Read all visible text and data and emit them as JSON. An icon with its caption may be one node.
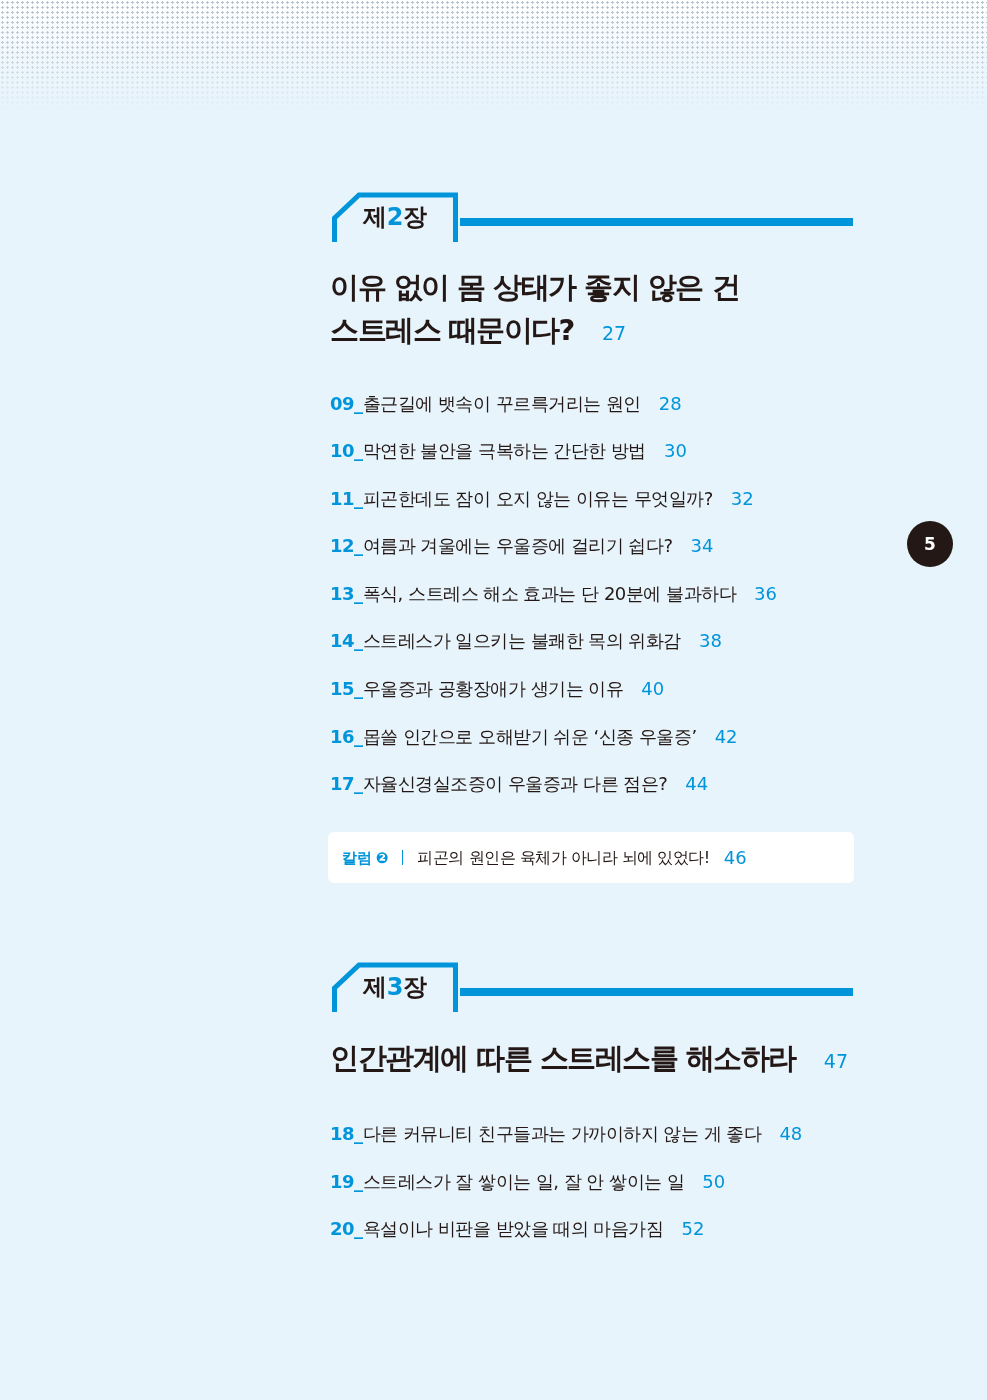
{
  "diagram": {
    "nodes": [
      {
        "text": [
          "제2장"
        ]
      },
      {
        "text": [
          "칼럼 ❷",
          "피곤의 원인은 육체가 아니라 뇌에 있었다!",
          "46"
        ]
      },
      {
        "text": [
          "5"
        ]
      },
      {
        "text": [
          "제3장"
        ]
      }
    ],
    "labels": [
      "이유 없이 몸 상태가 좋지 않은 건 스트레스 때문이다?",
      "27",
      "09_출근길에 뱃속이 꾸르륵거리는 원인",
      "28",
      "10_막연한 불안을 극복하는 간단한 방법",
      "30",
      "11_피곤한데도 잠이 오지 않는 이유는 무엇일까?",
      "32",
      "12_여름과 겨울에는 우울증에 걸리기 쉽다?",
      "34",
      "13_폭식, 스트레스 해소 효과는 단 20분에 불과하다",
      "36",
      "14_스트레스가 일으키는 불쾌한 목의 위화감",
      "38",
      "15_우울증과 공황장애가 생기는 이유",
      "40",
      "16_몹쓸 인간으로 오해받기 쉬운 ‘신종 우울증’",
      "42",
      "17_자율신경실조증이 우울증과 다른 점은?",
      "44",
      "인간관계에 따른 스트레스를 해소하라",
      "47",
      "18_다른 커뮤니티 친구들과는 가까이하지 않는 게 좋다",
      "48",
      "19_스트레스가 잘 쌓이는 일, 잘 안 쌓이는 일",
      "50",
      "20_욕설이나 비판을 받았을 때의 마음가짐",
      "52"
    ]
  }
}
